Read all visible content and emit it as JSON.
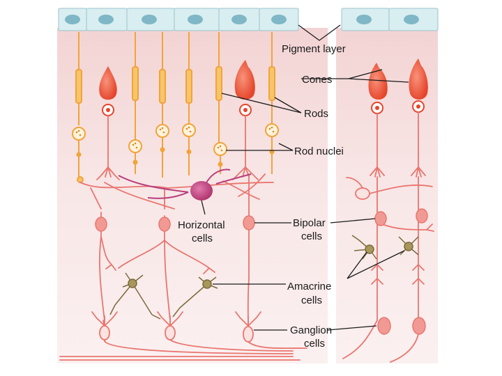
{
  "labels": {
    "pigment_layer": "Pigment layer",
    "cones": "Cones",
    "rods": "Rods",
    "rod_nuclei": "Rod nuclei",
    "horizontal_cells": [
      "Horizontal",
      "cells"
    ],
    "bipolar_cells": [
      "Bipolar",
      "cells"
    ],
    "amacrine_cells": [
      "Amacrine",
      "cells"
    ],
    "ganglion_cells": [
      "Ganglion",
      "cells"
    ]
  },
  "colors": {
    "background_tint": "#f7e4e4",
    "pigment_cell": "#cfe6ea",
    "pigment_nucleus": "#7fb7c6",
    "rod": "#f2a33a",
    "rod_fill": "#f7c56a",
    "cone": "#ef5a3c",
    "neuron_line": "#e9756f",
    "neuron_body": "#f19a93",
    "horizontal": "#b83d7c",
    "amacrine": "#7b6a3a",
    "leader_line": "#1a1a1a"
  }
}
